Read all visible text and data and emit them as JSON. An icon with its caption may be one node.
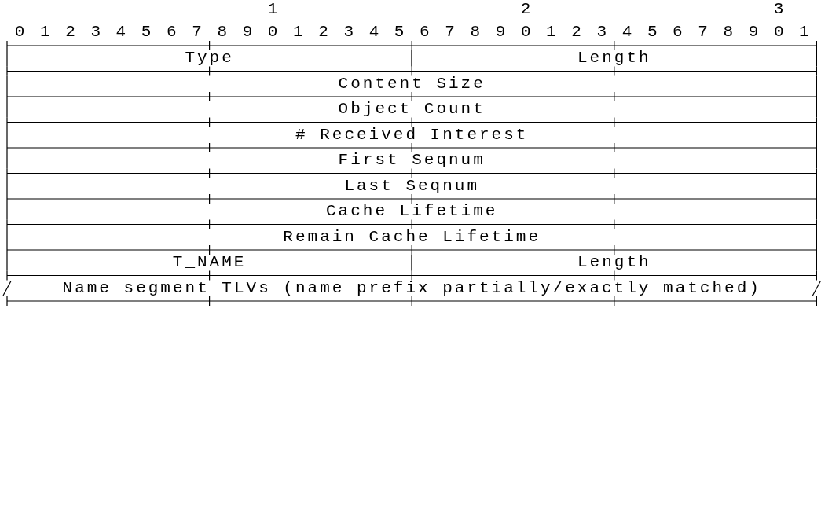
{
  "diagram": {
    "nodes": [
      {
        "text": [
          "Type"
        ]
      },
      {
        "text": [
          "Length"
        ]
      },
      {
        "text": [
          "Content Size"
        ]
      },
      {
        "text": [
          "Object Count"
        ]
      },
      {
        "text": [
          "# Received Interest"
        ]
      },
      {
        "text": [
          "First Seqnum"
        ]
      },
      {
        "text": [
          "Last Seqnum"
        ]
      },
      {
        "text": [
          "Cache Lifetime"
        ]
      },
      {
        "text": [
          "Remain Cache Lifetime"
        ]
      },
      {
        "text": [
          "T_NAME"
        ]
      },
      {
        "text": [
          "Length"
        ]
      },
      {
        "text": [
          "Name segment TLVs (name prefix partially/exactly matched)"
        ]
      }
    ],
    "labels": [
      "1",
      "2",
      "3",
      "0 1 2 3 4 5 6 7 8 9 0 1 2 3 4 5 6 7 8 9 0 1 2 3 4 5 6 7 8 9 0 1"
    ]
  }
}
